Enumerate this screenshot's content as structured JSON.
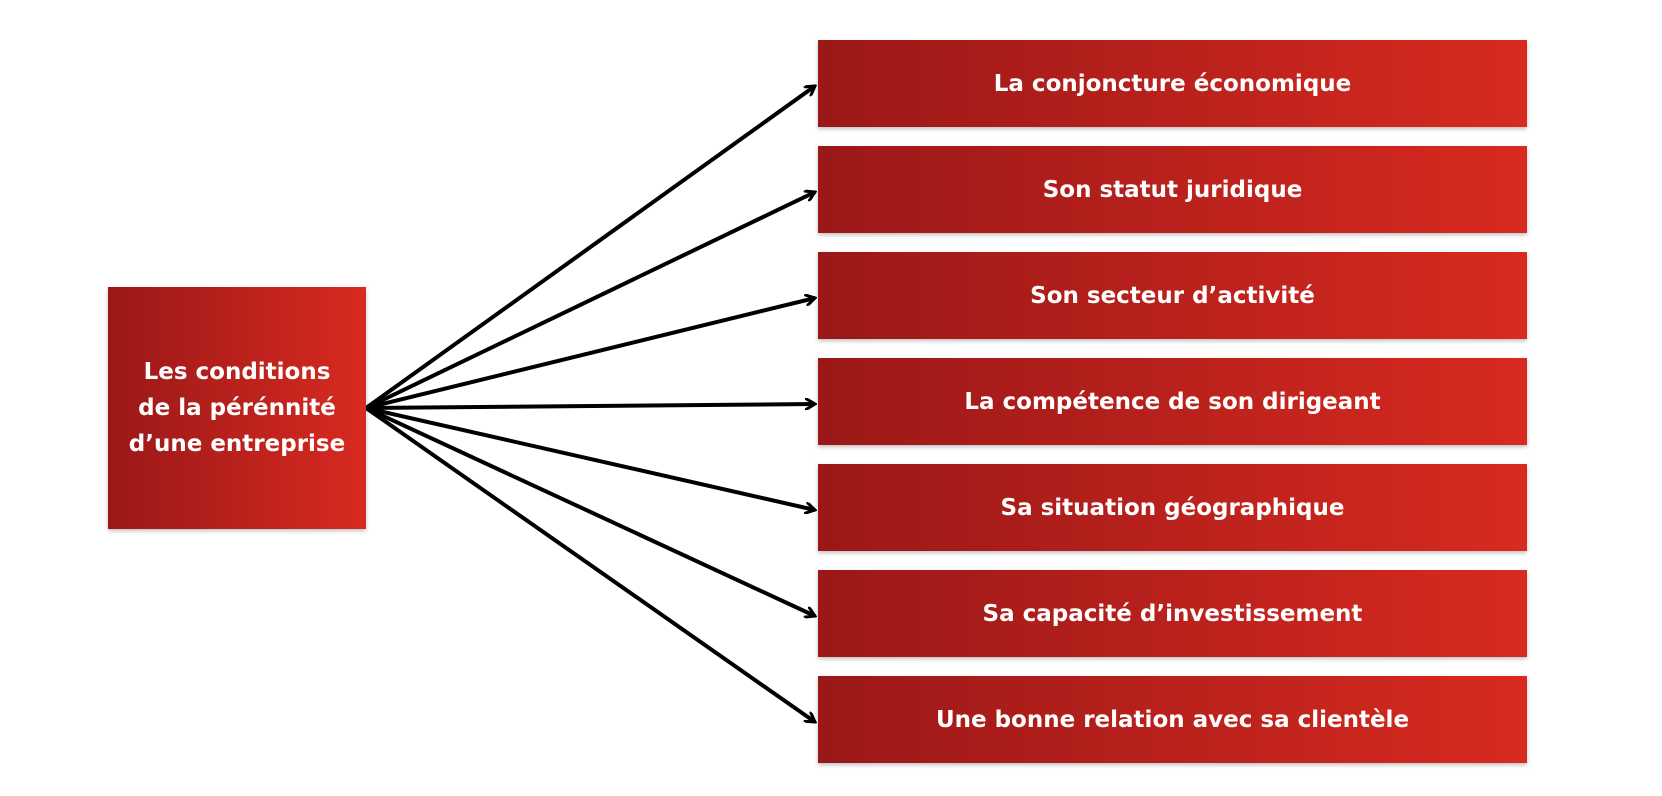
{
  "colors": {
    "box_gradient_start": "#9a1818",
    "box_gradient_end": "#d82a20",
    "arrow": "#000000",
    "text": "#ffffff",
    "background": "#ffffff"
  },
  "source": {
    "label": "Les conditions de la pérénnité d’une entreprise"
  },
  "targets": [
    {
      "label": "La conjoncture économique"
    },
    {
      "label": "Son statut juridique"
    },
    {
      "label": "Son secteur d’activité"
    },
    {
      "label": "La compétence de son dirigeant"
    },
    {
      "label": "Sa situation géographique"
    },
    {
      "label": "Sa capacité d’investissement"
    },
    {
      "label": "Une bonne relation avec sa clientèle"
    }
  ]
}
